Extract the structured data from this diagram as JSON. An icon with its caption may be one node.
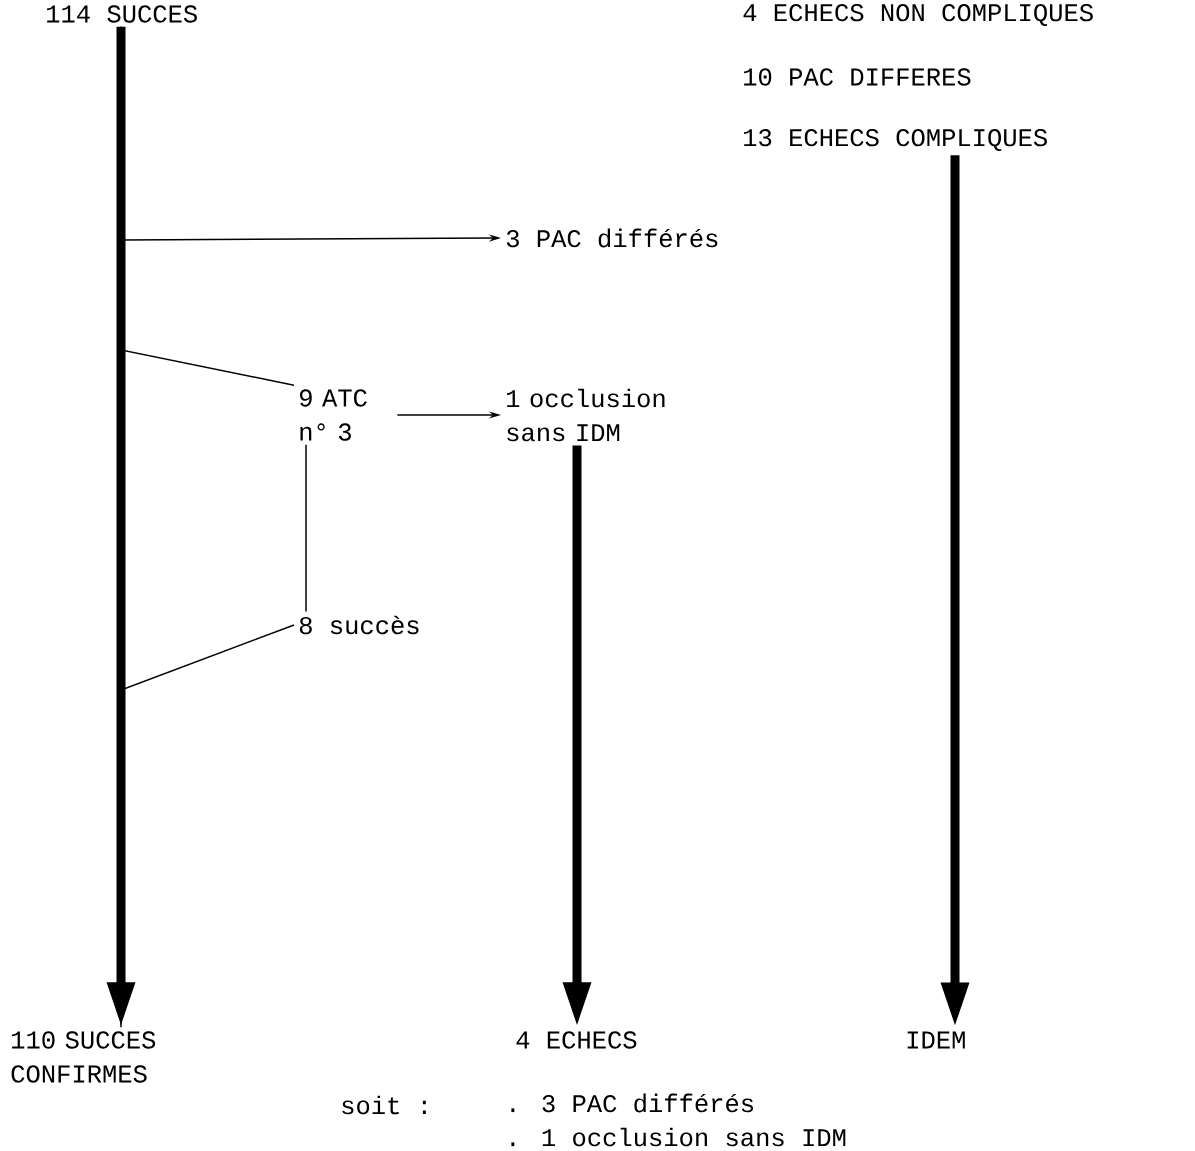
{
  "diagram": {
    "nodes": [
      {
        "text": [
          "114 SUCCES"
        ]
      },
      {
        "text": [
          "4 ECHECS NON COMPLIQUES"
        ]
      },
      {
        "text": [
          "10 PAC DIFFERES"
        ]
      },
      {
        "text": [
          "13 ECHECS COMPLIQUES"
        ]
      },
      {
        "text": [
          "3 PAC différés"
        ]
      },
      {
        "text": [
          "9 ATC n° 3"
        ]
      },
      {
        "text": [
          "1 occlusion sans IDM"
        ]
      },
      {
        "text": [
          "8 succès"
        ]
      },
      {
        "text": [
          "110 SUCCES CONFIRMES"
        ]
      },
      {
        "text": [
          "4 ECHECS"
        ]
      },
      {
        "text": [
          "IDEM"
        ]
      }
    ],
    "edges": [
      {
        "from": 0,
        "to": 8,
        "arrow": "to",
        "style": "thick"
      },
      {
        "from": 0,
        "to": 4,
        "arrow": "to"
      },
      {
        "from": 0,
        "to": 5,
        "arrow": "none"
      },
      {
        "from": 5,
        "to": 6,
        "arrow": "to"
      },
      {
        "from": 5,
        "to": 7,
        "arrow": "none"
      },
      {
        "from": 7,
        "to": 8,
        "arrow": "none"
      },
      {
        "from": 6,
        "to": 9,
        "arrow": "to",
        "style": "thick"
      },
      {
        "from": 3,
        "to": 10,
        "arrow": "to",
        "style": "thick"
      }
    ],
    "labels": [
      "soit :",
      ". 3 PAC différés",
      ". 1 occlusion sans IDM"
    ]
  }
}
